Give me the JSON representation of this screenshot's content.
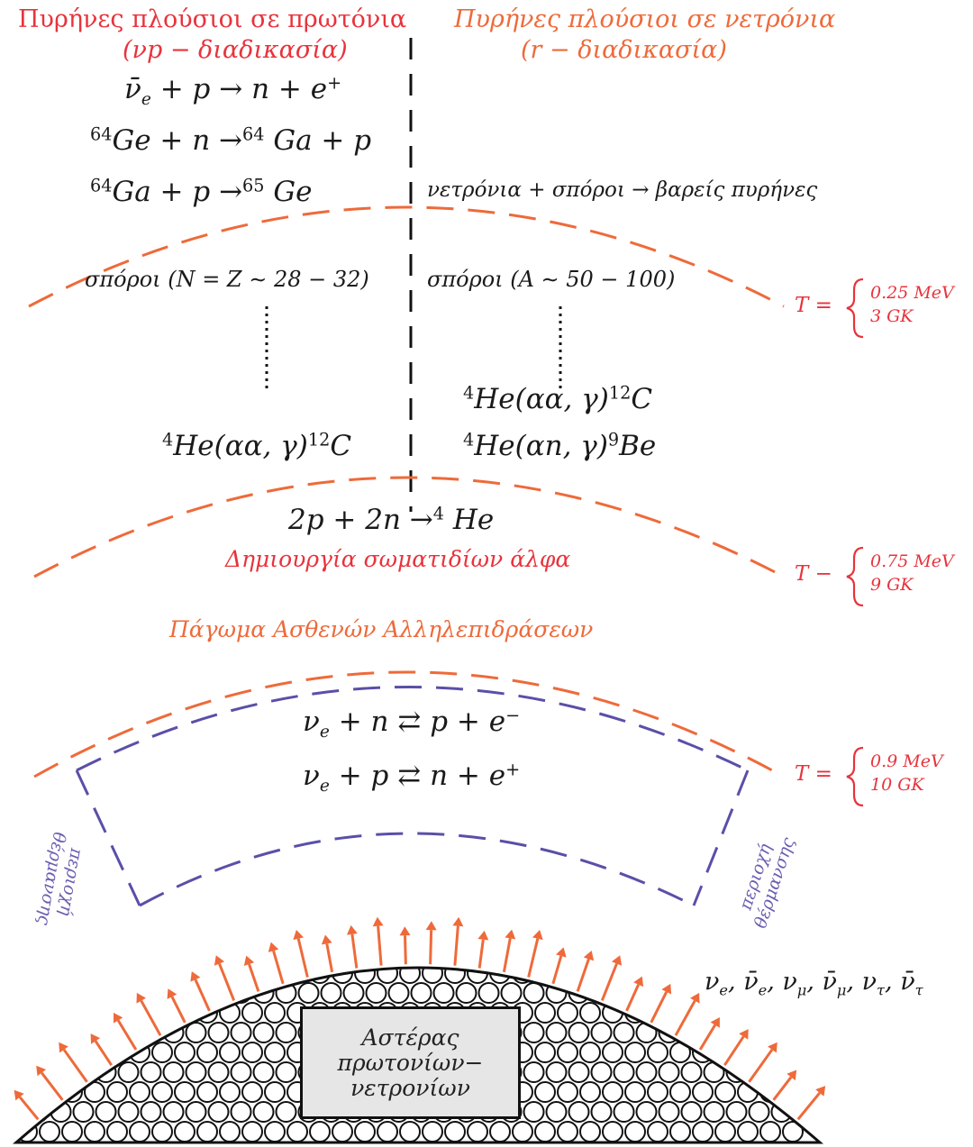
{
  "proton_rich": {
    "title_line1": "Πυρήνες πλούσιοι σε πρωτόνια",
    "title_line2": "(νp − διαδικασία)",
    "reactions": [
      {
        "pre": "ν̄",
        "sub": "e",
        "post": " + p → n + e",
        "sup": "+"
      },
      {
        "presup": "64",
        "body": "Ge + n →",
        "sup2": "64",
        "tail": " Ga + p"
      },
      {
        "presup": "64",
        "body": "Ga + p →",
        "sup2": "65",
        "tail": " Ge"
      }
    ],
    "seeds": "σπόροι (N = Z ∼ 28 − 32)",
    "triple_alpha": {
      "pre": "4",
      "body": "He(αα, γ)",
      "sup": "12",
      "tail": "C"
    }
  },
  "neutron_rich": {
    "title_line1": "Πυρήνες πλούσιοι σε νετρόνια",
    "title_line2": "(r − διαδικασία)",
    "capture": "νετρόνια  + σπόροι → βαρείς πυρήνες",
    "seeds": "σπόροι (A ∼ 50 − 100)",
    "triple_alpha": {
      "pre": "4",
      "body": "He(αα, γ)",
      "sup": "12",
      "tail": "C"
    },
    "alpha_n": {
      "pre": "4",
      "body": "He(αn, γ)",
      "sup": "9",
      "tail": "Be"
    }
  },
  "alpha_formation": {
    "reaction": {
      "pre": "2p + 2n →",
      "sup": "4",
      "tail": " He"
    },
    "label": "Δημιουργία σωματιδίων άλφα"
  },
  "weak_freezeout": {
    "label": "Πάγωμα Ασθενών Αλληλεπιδράσεων",
    "reaction1": {
      "pre": "ν",
      "sub": "e",
      "post": " + n ⇄ p + e",
      "sup": "−"
    },
    "reaction2": {
      "pre": "ν",
      "sub": "e",
      "post": " + p ⇄ n + e",
      "sup": "+"
    }
  },
  "temperatures": [
    {
      "prefix": "T = ",
      "energy": "0.25 MeV",
      "kelvin": "3 GK"
    },
    {
      "prefix": "T − ",
      "energy": "0.75 MeV",
      "kelvin": "9 GK"
    },
    {
      "prefix": "T = ",
      "energy": "0.9 MeV",
      "kelvin": "10 GK"
    }
  ],
  "heating_region": {
    "line1": "περιοχή",
    "line2": "θέρμανσης"
  },
  "core_label": [
    "Αστέρας",
    "πρωτονίων−",
    "νετρονίων"
  ],
  "neutrinos": "ν_e, ν̄_e, ν_μ, ν̄_μ, ν_τ, ν̄_τ",
  "neutrino_parts": [
    {
      "b": "ν",
      "s": "e"
    },
    {
      "b": "ν̄",
      "s": "e"
    },
    {
      "b": "ν",
      "s": "μ"
    },
    {
      "b": "ν̄",
      "s": "μ"
    },
    {
      "b": "ν",
      "s": "τ"
    },
    {
      "b": "ν̄",
      "s": "τ"
    }
  ],
  "colors": {
    "red": "#e8333c",
    "orange": "#ee6a3a",
    "blue": "#6a5fb0",
    "black": "#1a1a1a"
  }
}
